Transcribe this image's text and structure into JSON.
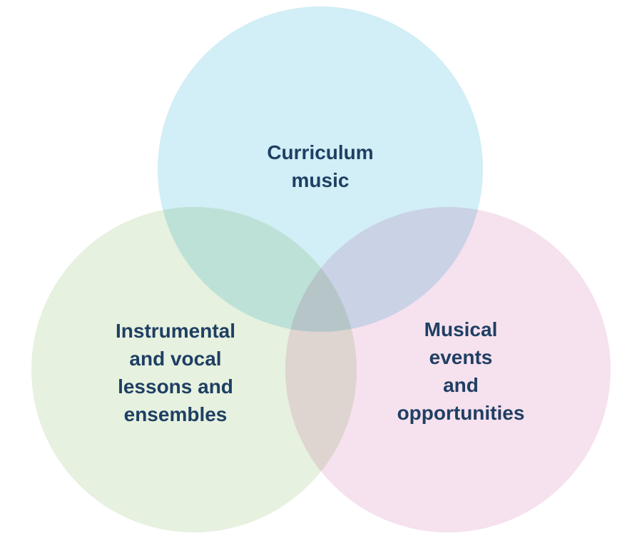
{
  "colors": {
    "top_circle": "#d2eef6",
    "left_circle": "#e6f1df",
    "right_circle": "#f6e1ee",
    "label_text": "#1f3f63"
  },
  "circles": {
    "top": {
      "lines": [
        "Curriculum",
        "music"
      ]
    },
    "left": {
      "lines": [
        "Instrumental",
        "and vocal",
        "lessons and",
        "ensembles"
      ]
    },
    "right": {
      "lines": [
        "Musical",
        "events",
        "and",
        "opportunities"
      ]
    }
  }
}
